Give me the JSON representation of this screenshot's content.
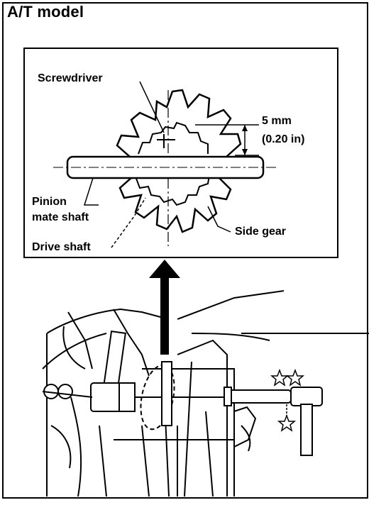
{
  "title": "A/T model",
  "labels": {
    "screwdriver": "Screwdriver",
    "dimension_mm": "5 mm",
    "dimension_in": "(0.20 in)",
    "pinion_line1": "Pinion",
    "pinion_line2": "mate shaft",
    "drive_shaft": "Drive shaft",
    "side_gear": "Side gear"
  },
  "icons": [
    "arrow-up-icon",
    "hammer-icon",
    "screwdriver-icon",
    "impact-star-icon"
  ]
}
